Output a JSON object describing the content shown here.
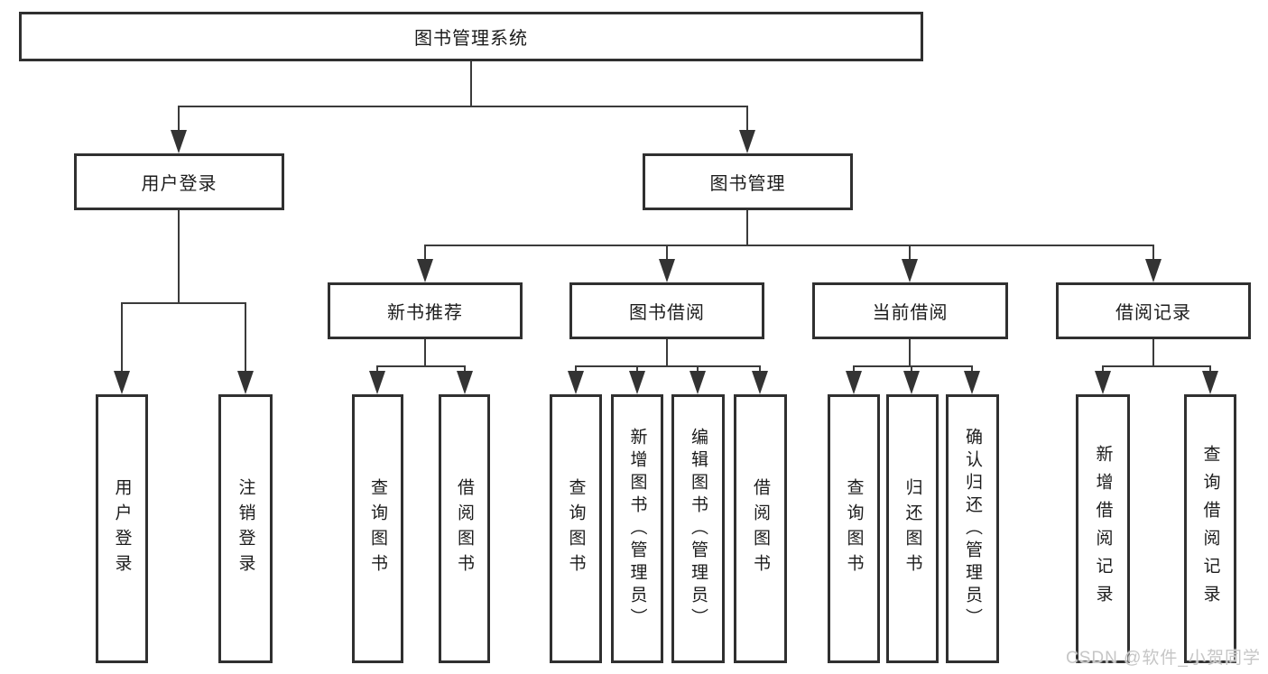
{
  "diagram_type": "hierarchy-tree",
  "colors": {
    "background": "#ffffff",
    "box_border": "#303030",
    "line": "#3b3b3b",
    "text": "#1c1c1c",
    "watermark": "#c6c6c6"
  },
  "nodes": {
    "root": {
      "label": "图书管理系统"
    },
    "user_login": {
      "label": "用户登录"
    },
    "book_management": {
      "label": "图书管理"
    },
    "leaf_user_login": {
      "label": "用户登录"
    },
    "leaf_logout": {
      "label": "注销登录"
    },
    "new_book_rec": {
      "label": "新书推荐"
    },
    "book_borrow": {
      "label": "图书借阅"
    },
    "current_borrow": {
      "label": "当前借阅"
    },
    "borrow_record": {
      "label": "借阅记录"
    },
    "nbr_query_book": {
      "label": "查询图书"
    },
    "nbr_borrow_book": {
      "label": "借阅图书"
    },
    "bb_query_book": {
      "label": "查询图书"
    },
    "bb_add_book": {
      "label": "新增图书（管理员）"
    },
    "bb_edit_book": {
      "label": "编辑图书（管理员）"
    },
    "bb_borrow_book": {
      "label": "借阅图书"
    },
    "cb_query_book": {
      "label": "查询图书"
    },
    "cb_return_book": {
      "label": "归还图书"
    },
    "cb_confirm_return": {
      "label": "确认归还（管理员）"
    },
    "br_add_record": {
      "label": "新增借阅记录"
    },
    "br_query_record": {
      "label": "查询借阅记录"
    }
  },
  "watermark": {
    "text": "CSDN @软件_小贺同学"
  }
}
